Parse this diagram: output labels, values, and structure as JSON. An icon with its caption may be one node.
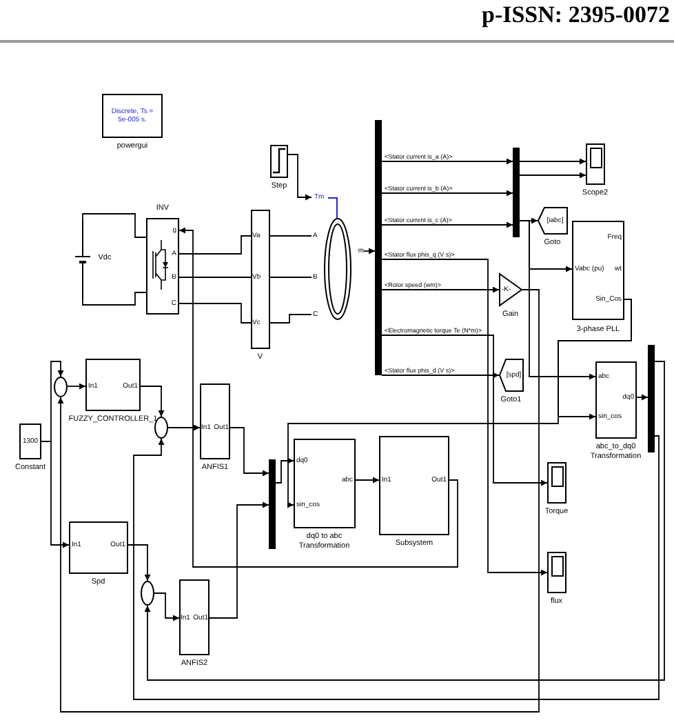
{
  "diagram": {
    "nodes": [
      {
        "text": [
          "Discrete, Ts = 5e-005 s."
        ],
        "beside": [
          "powergui"
        ]
      },
      {
        "text": [],
        "shape": "box",
        "beside": [
          "Step"
        ]
      },
      {
        "text": [],
        "shape": "picture",
        "beside": [
          "Vdc"
        ]
      },
      {
        "text": [
          "g",
          "A",
          "B",
          "C"
        ],
        "beside": [
          "INV"
        ]
      },
      {
        "text": [
          "Va",
          "Vb",
          "Vc"
        ],
        "beside": [
          "V"
        ]
      },
      {
        "text": [
          "Tm",
          "A",
          "B",
          "C",
          "m"
        ]
      },
      {
        "text": [],
        "shape": "bar"
      },
      {
        "text": [],
        "shape": "bar"
      },
      {
        "text": [],
        "shape": "box",
        "beside": [
          "Scope2"
        ]
      },
      {
        "text": [
          "[iabc]"
        ],
        "beside": [
          "Goto"
        ]
      },
      {
        "text": [
          "-K-"
        ],
        "beside": [
          "Gain"
        ]
      },
      {
        "text": [
          "Freq",
          "Vabc (pu)",
          "wt",
          "Sin_Cos"
        ],
        "beside": [
          "3-phase PLL"
        ]
      },
      {
        "text": [
          "1300"
        ],
        "beside": [
          "Constant"
        ]
      },
      {
        "text": [],
        "shape": "circle"
      },
      {
        "text": [
          "In1",
          "Out1"
        ],
        "beside": [
          "FUZZY_CONTROLLER_1"
        ]
      },
      {
        "text": [],
        "shape": "circle"
      },
      {
        "text": [
          "In1",
          "Out1"
        ],
        "beside": [
          "ANFIS1"
        ]
      },
      {
        "text": [
          "[spd]"
        ],
        "beside": [
          "Goto1"
        ]
      },
      {
        "text": [
          "abc",
          "sin_cos",
          "dq0"
        ],
        "beside": [
          "abc_to_dq0 Transformation"
        ]
      },
      {
        "text": [],
        "shape": "bar"
      },
      {
        "text": [],
        "shape": "bar"
      },
      {
        "text": [
          "dq0",
          "sin_cos",
          "abc"
        ],
        "beside": [
          "dq0 to abc Transformation"
        ]
      },
      {
        "text": [
          "In1",
          "Out1"
        ],
        "beside": [
          "Subsystem"
        ]
      },
      {
        "text": [],
        "shape": "box",
        "beside": [
          "Torque"
        ]
      },
      {
        "text": [
          "In1",
          "Out1"
        ],
        "beside": [
          "Spd"
        ]
      },
      {
        "text": [],
        "shape": "circle"
      },
      {
        "text": [],
        "shape": "box",
        "beside": [
          "flux"
        ]
      },
      {
        "text": [
          "In1",
          "Out1"
        ],
        "beside": [
          "ANFIS2"
        ]
      }
    ],
    "edges": [
      {
        "from": 1,
        "to": 5,
        "arrow": "to"
      },
      {
        "from": 2,
        "to": 3,
        "arrow": "none"
      },
      {
        "from": 2,
        "to": 3,
        "arrow": "none"
      },
      {
        "from": 3,
        "to": 4,
        "arrow": "none"
      },
      {
        "from": 3,
        "to": 4,
        "arrow": "none"
      },
      {
        "from": 3,
        "to": 4,
        "arrow": "none"
      },
      {
        "from": 4,
        "to": 5,
        "arrow": "none"
      },
      {
        "from": 4,
        "to": 5,
        "arrow": "none"
      },
      {
        "from": 4,
        "to": 5,
        "arrow": "none"
      },
      {
        "from": 5,
        "to": 6,
        "arrow": "to"
      },
      {
        "from": 6,
        "to": 7,
        "arrow": "to",
        "label": "<Stator current is_a (A)>"
      },
      {
        "from": 6,
        "to": 7,
        "arrow": "to",
        "label": "<Stator current is_b (A)>"
      },
      {
        "from": 6,
        "to": 7,
        "arrow": "to",
        "label": "<Stator current is_c (A)>"
      },
      {
        "from": 6,
        "to": 26,
        "arrow": "to",
        "label": "<Stator flux phis_q (V s)>"
      },
      {
        "from": 6,
        "to": 10,
        "arrow": "to",
        "label": "<Rotor speed (wm)>"
      },
      {
        "from": 6,
        "to": 23,
        "arrow": "to",
        "label": "<Electromagnetic torque Te (N*m)>"
      },
      {
        "from": 6,
        "to": 17,
        "arrow": "to",
        "label": "<Stator flux phis_d (V s)>"
      },
      {
        "from": 7,
        "to": 8,
        "arrow": "to"
      },
      {
        "from": 7,
        "to": 8,
        "arrow": "to"
      },
      {
        "from": 7,
        "to": 9,
        "arrow": "to"
      },
      {
        "from": 7,
        "to": 11,
        "arrow": "to"
      },
      {
        "from": 7,
        "to": 18,
        "arrow": "to"
      },
      {
        "from": 10,
        "to": 13,
        "arrow": "to"
      },
      {
        "from": 11,
        "to": 18,
        "arrow": "to"
      },
      {
        "from": 11,
        "to": 21,
        "arrow": "to"
      },
      {
        "from": 12,
        "to": 13,
        "arrow": "to"
      },
      {
        "from": 12,
        "to": 24,
        "arrow": "to"
      },
      {
        "from": 13,
        "to": 14,
        "arrow": "to"
      },
      {
        "from": 14,
        "to": 15,
        "arrow": "to"
      },
      {
        "from": 15,
        "to": 16,
        "arrow": "to"
      },
      {
        "from": 16,
        "to": 20,
        "arrow": "to"
      },
      {
        "from": 27,
        "to": 20,
        "arrow": "to"
      },
      {
        "from": 20,
        "to": 21,
        "arrow": "to"
      },
      {
        "from": 21,
        "to": 22,
        "arrow": "to"
      },
      {
        "from": 22,
        "to": 3,
        "arrow": "to"
      },
      {
        "from": 18,
        "to": 19,
        "arrow": "to"
      },
      {
        "from": 19,
        "to": 25,
        "arrow": "to"
      },
      {
        "from": 19,
        "to": 15,
        "arrow": "to"
      },
      {
        "from": 24,
        "to": 25,
        "arrow": "to"
      },
      {
        "from": 25,
        "to": 27,
        "arrow": "to"
      }
    ],
    "labels": [
      "p-ISSN: 2395-0072"
    ]
  }
}
